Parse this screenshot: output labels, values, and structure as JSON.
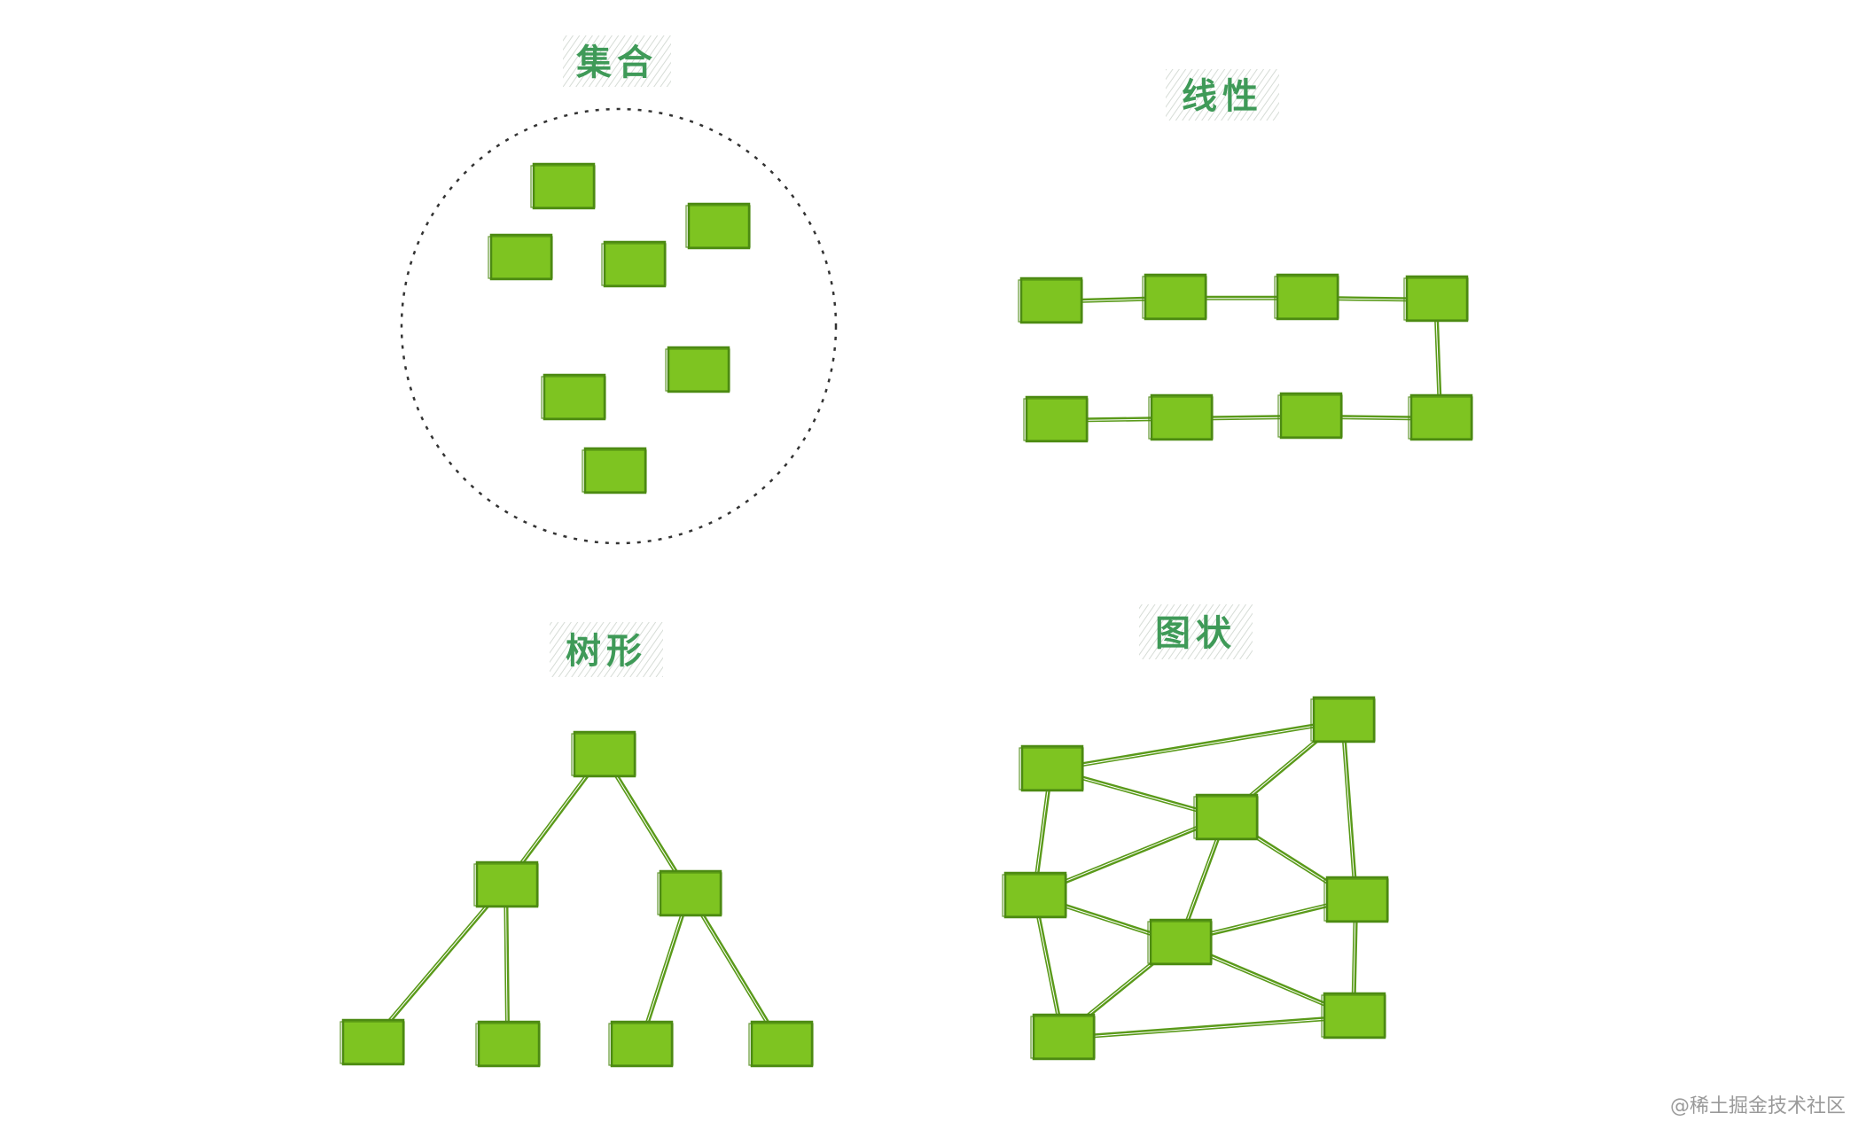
{
  "panels": {
    "set": {
      "title": "集合"
    },
    "linear": {
      "title": "线性"
    },
    "tree": {
      "title": "树形"
    },
    "graph": {
      "title": "图状"
    }
  },
  "watermark": "@稀土掘金技术社区",
  "colors": {
    "node_fill": "#7ec421",
    "node_stroke": "#4c8a12",
    "edge": "#5a9a1a",
    "title": "#3f9a58",
    "title_hatch": "#cfd6cf",
    "dashed_circle": "#333333"
  }
}
